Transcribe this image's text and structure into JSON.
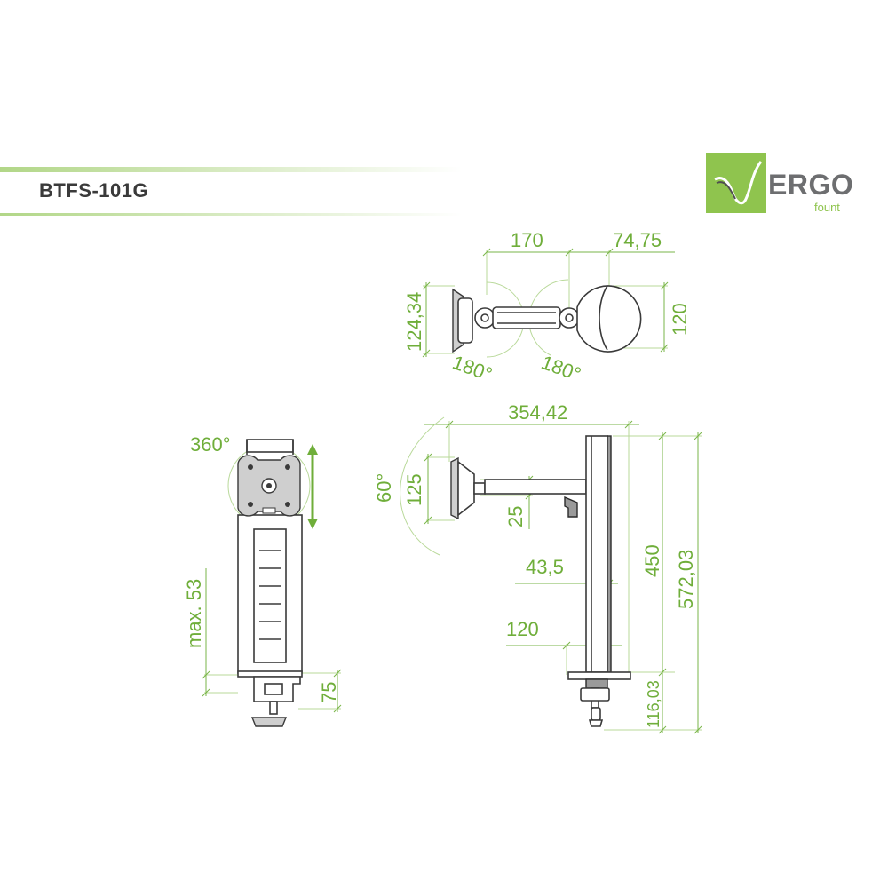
{
  "header": {
    "model": "BTFS-101G"
  },
  "logo": {
    "name": "ERGO",
    "sub": "fount"
  },
  "colors": {
    "accent": "#8fc44e",
    "dimension": "#6fae3a",
    "line": "#3a3a3a"
  },
  "dimensions": {
    "top_view": {
      "arm_length": "170",
      "head_offset": "74,75",
      "mount_height": "124,34",
      "head_height": "120",
      "rotation_left": "180°",
      "rotation_right": "180°"
    },
    "side_view": {
      "total_reach": "354,42",
      "tilt": "60°",
      "vesa": "125",
      "arm_thickness": "25",
      "pole_width": "43,5",
      "base_width": "120",
      "pole_height": "450",
      "total_height": "572,03",
      "clamp_height": "116,03"
    },
    "front_view": {
      "rotation": "360°",
      "max_desk": "max. 53",
      "clamp": "75"
    }
  }
}
